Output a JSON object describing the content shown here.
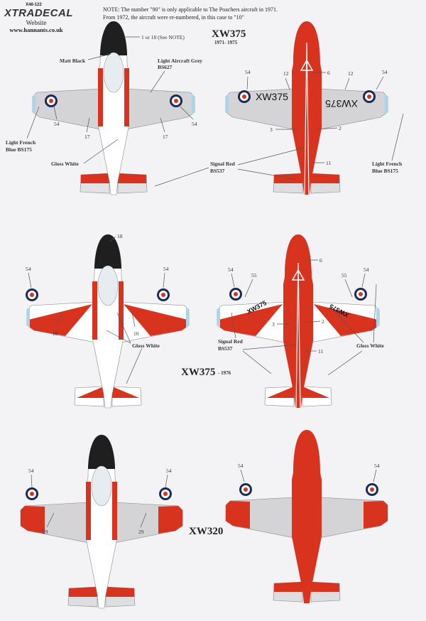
{
  "header": {
    "kit_number": "X48-122",
    "brand": "XTRADECAL",
    "website_label": "Website",
    "website_url": "www.hannants.co.uk"
  },
  "note": {
    "line1": "NOTE: The number \"90\" is only applicable to The Poachers aircraft in 1971.",
    "line2": "From 1972, the aircraft were re-numbered, in this case to \"10\""
  },
  "colors": {
    "signal_red": "#d8331f",
    "light_aircraft_grey": "#d4d4d6",
    "light_french_blue": "#a9d6ea",
    "matt_black": "#1f1f1f",
    "gloss_white": "#ffffff"
  },
  "scheme1": {
    "serial": "XW375",
    "years": "1971- 1975",
    "top": {
      "code": "1 or 18 (See NOTE)",
      "matt_black": "Matt Black",
      "grey1": "Light Aircraft Grey",
      "grey2": "BS627",
      "d54a": "54",
      "d54b": "54",
      "d17a": "17",
      "d17b": "17",
      "blue1": "Light French",
      "blue2": "Blue BS175",
      "white": "Gloss White"
    },
    "bottom": {
      "d6": "6",
      "d54a": "54",
      "d12a": "12",
      "d12b": "12",
      "d54b": "54",
      "d3": "3",
      "d2": "2",
      "d11": "11",
      "red1": "Signal Red",
      "red2": "BS537",
      "blue1": "Light French",
      "blue2": "Blue BS175",
      "wing_serial": "XW375"
    }
  },
  "scheme2": {
    "serial": "XW375",
    "years": "- 1976",
    "top": {
      "d18": "18",
      "d54a": "54",
      "d54b": "54",
      "d10a": "10",
      "d10b": "10",
      "white": "Gloss White"
    },
    "bottom": {
      "d6": "6",
      "d54a": "54",
      "d55a": "55",
      "d55b": "55",
      "d54b": "54",
      "d3": "3",
      "d2": "2",
      "red1": "Signal Red",
      "red2": "BS537",
      "d11": "11",
      "white": "Gloss White",
      "wing_serial": "XW375"
    }
  },
  "scheme3": {
    "serial": "XW320",
    "top": {
      "d54a": "54",
      "d54b": "54",
      "d29a": "29",
      "d29b": "29"
    },
    "bottom": {
      "d54a": "54",
      "d54b": "54"
    }
  }
}
